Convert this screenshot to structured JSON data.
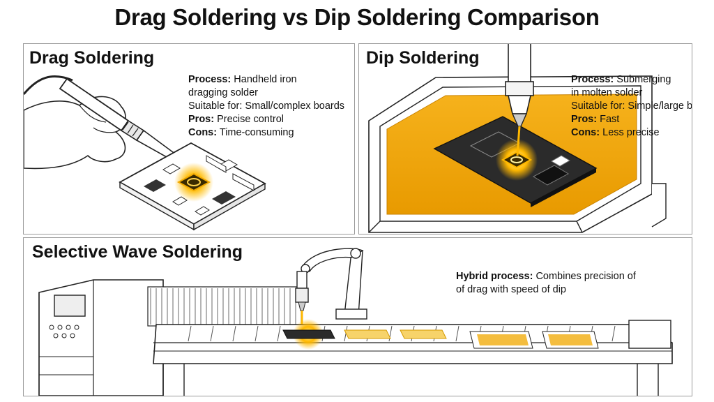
{
  "title": "Drag Soldering vs Dip Soldering Comparison",
  "colors": {
    "solder": "#f2a900",
    "glow": "#ffd34d",
    "line": "#222222",
    "board": "#2b2b2b"
  },
  "panels": {
    "drag": {
      "title": "Drag Soldering",
      "process_label": "Process:",
      "process_value_1": "Handheld iron",
      "process_value_2": "dragging solder",
      "suitable_text": "Suitable for: Small/complex boards",
      "pros_label": "Pros:",
      "pros_value": "Precise control",
      "cons_label": "Cons:",
      "cons_value": "Time-consuming"
    },
    "dip": {
      "title": "Dip Soldering",
      "process_label": "Process:",
      "process_value_1": "Submerging",
      "process_value_2": "in molten solder",
      "suitable_text": "Suitable for: Simple/large boards",
      "pros_label": "Pros:",
      "pros_value": "Fast",
      "cons_label": "Cons:",
      "cons_value": "Less precise"
    },
    "wave": {
      "title": "Selective Wave Soldering",
      "hybrid_label": "Hybrid process:",
      "hybrid_value_1": "Combines precision of",
      "hybrid_value_2": "of drag with speed of dip"
    }
  }
}
